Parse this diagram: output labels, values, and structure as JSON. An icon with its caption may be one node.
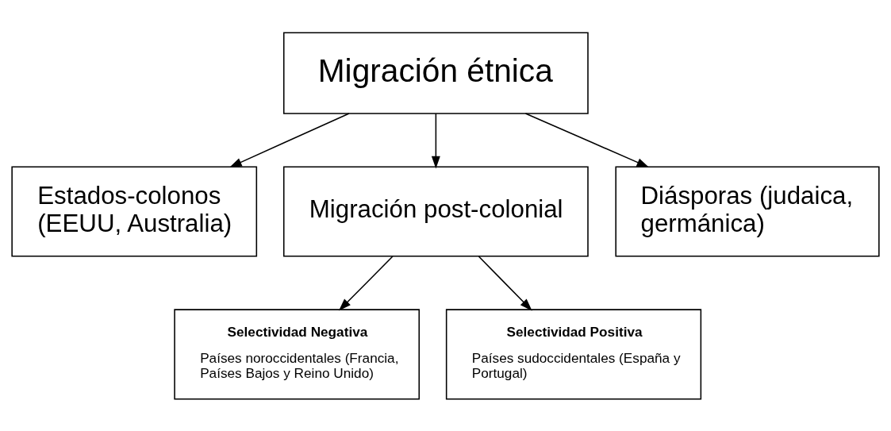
{
  "diagram": {
    "nodes": [
      {
        "text": [
          "Migración étnica"
        ]
      },
      {
        "text": [
          "Estados-colonos (EEUU, Australia)"
        ]
      },
      {
        "text": [
          "Migración post-colonial"
        ]
      },
      {
        "text": [
          "Diásporas (judaica, germánica)"
        ]
      },
      {
        "text": [
          "Selectividad Negativa",
          "Países noroccidentales (Francia, Países Bajos y Reino Unido)"
        ]
      },
      {
        "text": [
          "Selectividad Positiva",
          "Países sudoccidentales (España y Portugal)"
        ]
      }
    ],
    "edges": [
      {
        "from": 0,
        "to": 1,
        "arrow": "to"
      },
      {
        "from": 0,
        "to": 2,
        "arrow": "to"
      },
      {
        "from": 0,
        "to": 3,
        "arrow": "to"
      },
      {
        "from": 2,
        "to": 4,
        "arrow": "to"
      },
      {
        "from": 2,
        "to": 5,
        "arrow": "to"
      }
    ]
  }
}
